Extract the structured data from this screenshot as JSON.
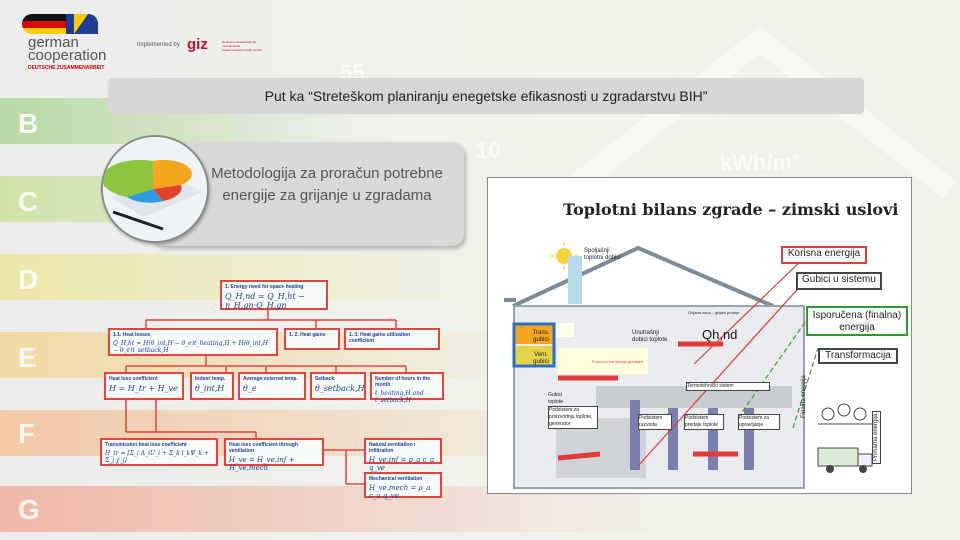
{
  "background": {
    "letters": [
      "B",
      "C",
      "D",
      "E",
      "F",
      "G"
    ],
    "numbers": [
      "55",
      "10",
      "kWh/m²"
    ]
  },
  "header": {
    "logo_line1": "german",
    "logo_line2": "cooperation",
    "logo_sub": "DEUTSCHE ZUSAMMENARBEIT",
    "implemented_by": "Implemented by",
    "giz": "giz",
    "giz_sub": "Deutsche Gesellschaft für Internationale Zusammenarbeit (GIZ) GmbH"
  },
  "title": "Put ka “Streteškom planiranju enegetske efikasnosti u zgradarstvu BIH”",
  "subtitle": "Metodologija za proračun potrebne energije za grijanje u zgradama",
  "flowchart": {
    "box1_title": "1. Energy need for space heating",
    "box1_eq": "Q_H,nd = Q_H,ht − η_H,gn·Q_H,gn",
    "box11_title": "1.1. Heat losses",
    "box11_eq": "Q_H,ht = H(θ_int,H − θ_e)t_heating,H + H(θ_int,H − θ_e)t_setback,H",
    "box12_title": "1. 2. Heat gains",
    "box13_title": "1. 3. Heat gains utilization coefficient",
    "box_hl_title": "Heat loss coefficient",
    "box_hl_eq": "H = H_tr + H_ve",
    "box_it_title": "Indoor temp.",
    "box_it_eq": "θ_int,H",
    "box_ae_title": "Average external temp.",
    "box_ae_eq": "θ_e",
    "box_sb_title": "Setback",
    "box_sb_eq": "θ_setback,H",
    "box_nh_title": "Number of hours in the month",
    "box_nh_eq": "t_heating,H and t_setback,H",
    "box_tr_title": "Transmission heat loss coefficient",
    "box_tr_eq": "H_tr = [Σ_i A_iU_i + Σ_k l_kΨ_k + Σ_j χ_j]",
    "box_vent_title": "Heat loss coefficient through ventilation",
    "box_vent_eq": "H_ve = H_ve,inf + H_ve,mech",
    "box_nat_title": "Natural ventilation i infiltration",
    "box_nat_eq": "H_ve,inf = ρ_a c_a q_ve",
    "box_mech_title": "Mechanical ventilation",
    "box_mech_eq": "H_ve,mech = ρ_a c_a q_ve"
  },
  "diagram": {
    "title": "Toplotni bilans zgrade – zimski uslovi",
    "sun_label": "Spoljašnji toplotni dobici",
    "korisna": "Korisna energija",
    "gubici_sistem": "Gubici u sistemu",
    "isporucena": "Isporučena (finalna) energija",
    "transformacija": "Transformacija",
    "finalna_energija": "Finalna energija",
    "primarna_energija": "Primarna energija",
    "trans_gubici": "Trans. gubici",
    "vent_gubici": "Vent. gubici",
    "unutrasnji_dobici": "Unutrašnji dobici toplote",
    "grijana_zona": "Grijana zona – grijani prostor",
    "termotehnicki": "Termotehnički sistem",
    "ponovna": "Ponovno korišćenje gubitaka",
    "gubici_toplote": "Gubici toplote",
    "podsistem_proiz": "Podsistem za proizvodnju toplote, generator",
    "podsistem_razvod": "Podsistem razvoda",
    "podsistem_predaja": "Podsistem predaje toplote",
    "podsistem_upravljanje": "Podsistem za upravljanje",
    "qh_label": "Qh,nd"
  }
}
